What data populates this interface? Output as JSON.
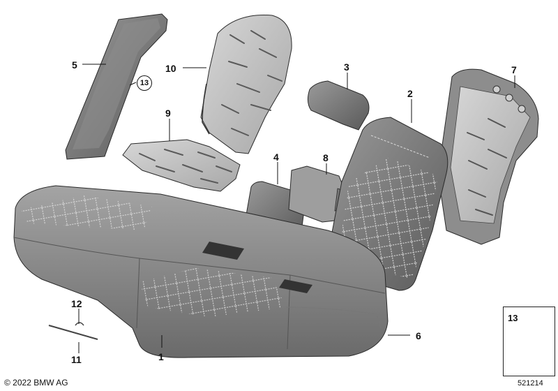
{
  "callouts": [
    {
      "id": "1",
      "label": "1"
    },
    {
      "id": "2",
      "label": "2"
    },
    {
      "id": "3",
      "label": "3"
    },
    {
      "id": "4",
      "label": "4"
    },
    {
      "id": "5",
      "label": "5"
    },
    {
      "id": "6",
      "label": "6"
    },
    {
      "id": "7",
      "label": "7"
    },
    {
      "id": "8",
      "label": "8"
    },
    {
      "id": "9",
      "label": "9"
    },
    {
      "id": "10",
      "label": "10"
    },
    {
      "id": "11",
      "label": "11"
    },
    {
      "id": "12",
      "label": "12"
    }
  ],
  "circled_ref": "13",
  "inset": {
    "label": "13"
  },
  "footer": {
    "copyright": "© 2022 BMW AG",
    "diagram_number": "521214"
  },
  "colors": {
    "part_fill": "#8a8a8a",
    "part_dark": "#5f5f5f",
    "part_light": "#b5b5b5",
    "foam_fill": "#c9c9c9",
    "outline": "#2a2a2a"
  }
}
